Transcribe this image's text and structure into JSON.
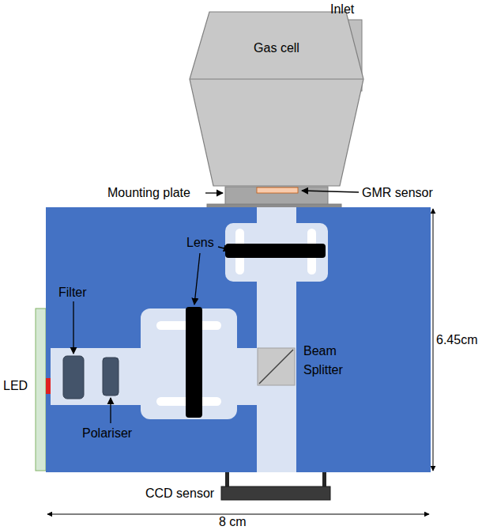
{
  "diagram": {
    "nodes": [
      {
        "text": [
          "Gas cell"
        ]
      }
    ],
    "labels": [
      "Inlet",
      "Mounting plate",
      "GMR sensor",
      "Lens",
      "Filter",
      "LED",
      "Beam Splitter",
      "Polariser",
      "6.45cm",
      "CCD sensor",
      "8 cm"
    ]
  }
}
